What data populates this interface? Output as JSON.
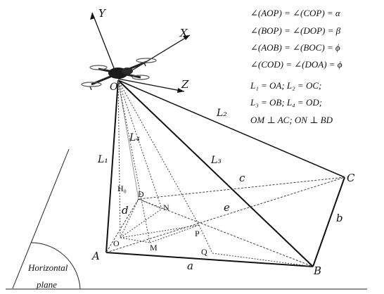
{
  "axes": {
    "x": "X",
    "y": "Y",
    "z": "Z"
  },
  "points": {
    "O_top": "O",
    "A": "A",
    "B": "B",
    "C": "C",
    "D": "D",
    "N": "N",
    "P": "P",
    "M": "M",
    "Q": "Q",
    "O_foot": "O",
    "H0": "H₀"
  },
  "edges": {
    "L1": "L₁",
    "L2": "L₂",
    "L3": "L₃",
    "L4": "L₄",
    "a": "a",
    "b": "b",
    "c": "c",
    "d": "d",
    "e": "e"
  },
  "equations": [
    "∠(AOP) = ∠(COP) = α",
    "∠(BOP) = ∠(DOP) = β",
    "∠(AOB) = ∠(BOC) = ϕ",
    "∠(COD) = ∠(DOA) = ϕ"
  ],
  "definitions": [
    "L₁ = OA; L₂ = OC;",
    "L₃ = OB; L₄ = OD;",
    "OM ⊥ AC;   ON ⊥ BD"
  ],
  "plane_label": [
    "Horizontal",
    "plane"
  ]
}
